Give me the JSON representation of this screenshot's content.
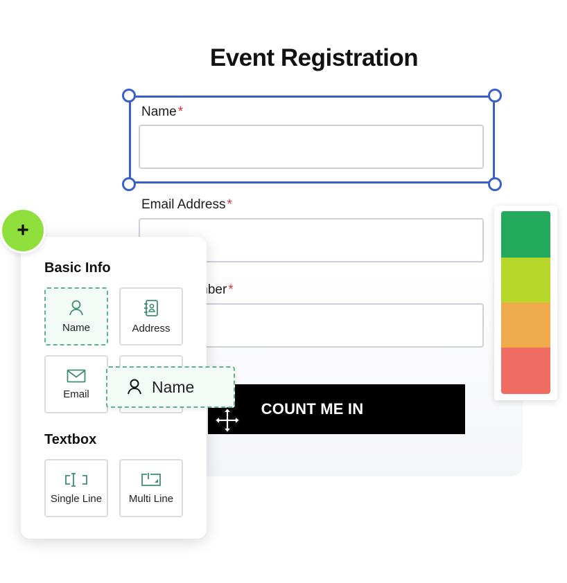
{
  "form": {
    "title": "Event Registration",
    "fields": [
      {
        "label": "Name",
        "required_mark": "*"
      },
      {
        "label": "Email Address",
        "required_mark": "*"
      },
      {
        "label": "mber",
        "required_mark": "*"
      }
    ],
    "submit_label": "COUNT ME IN"
  },
  "palette": {
    "colors": [
      "#23aa5c",
      "#b6d62a",
      "#efaa4c",
      "#ee6c61"
    ]
  },
  "panel": {
    "add_button_icon": "plus-icon",
    "add_button_glyph": "+",
    "sections": [
      {
        "title": "Basic Info",
        "tiles": [
          {
            "label": "Name",
            "icon": "person-icon",
            "active": true
          },
          {
            "label": "Address",
            "icon": "address-book-icon"
          },
          {
            "label": "Email",
            "icon": "envelope-icon"
          },
          {
            "label": "",
            "icon": ""
          }
        ]
      },
      {
        "title": "Textbox",
        "tiles": [
          {
            "label": "Single Line",
            "icon": "single-line-icon"
          },
          {
            "label": "Multi Line",
            "icon": "multi-line-icon"
          }
        ]
      }
    ]
  },
  "drag_ghost": {
    "label": "Name",
    "icon": "person-icon"
  },
  "colors": {
    "accent_green": "#8fe03d",
    "selection_blue": "#3a5fcd",
    "dashed_green": "#5fb38c"
  }
}
